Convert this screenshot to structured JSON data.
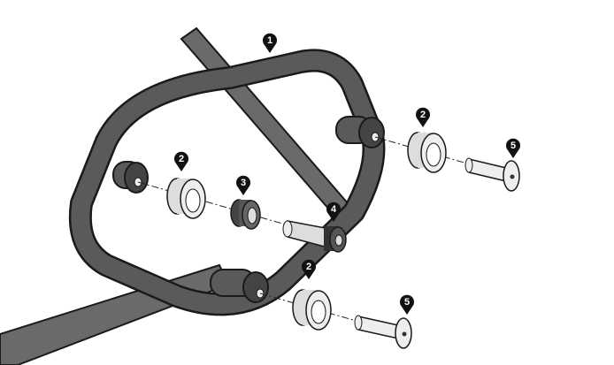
{
  "callouts": [
    {
      "id": "frame",
      "label": "1"
    },
    {
      "id": "spacer-right",
      "label": "2"
    },
    {
      "id": "bolt-right",
      "label": "5"
    },
    {
      "id": "spacer-left",
      "label": "2"
    },
    {
      "id": "bushing",
      "label": "3"
    },
    {
      "id": "sleeve-bolt",
      "label": "4"
    },
    {
      "id": "spacer-bottom",
      "label": "2"
    },
    {
      "id": "bolt-bottom",
      "label": "5"
    }
  ],
  "colors": {
    "frame": "#5a5a5a",
    "outline": "#1a1a1a",
    "part": "#e6e6e6",
    "pin": "#111111"
  }
}
